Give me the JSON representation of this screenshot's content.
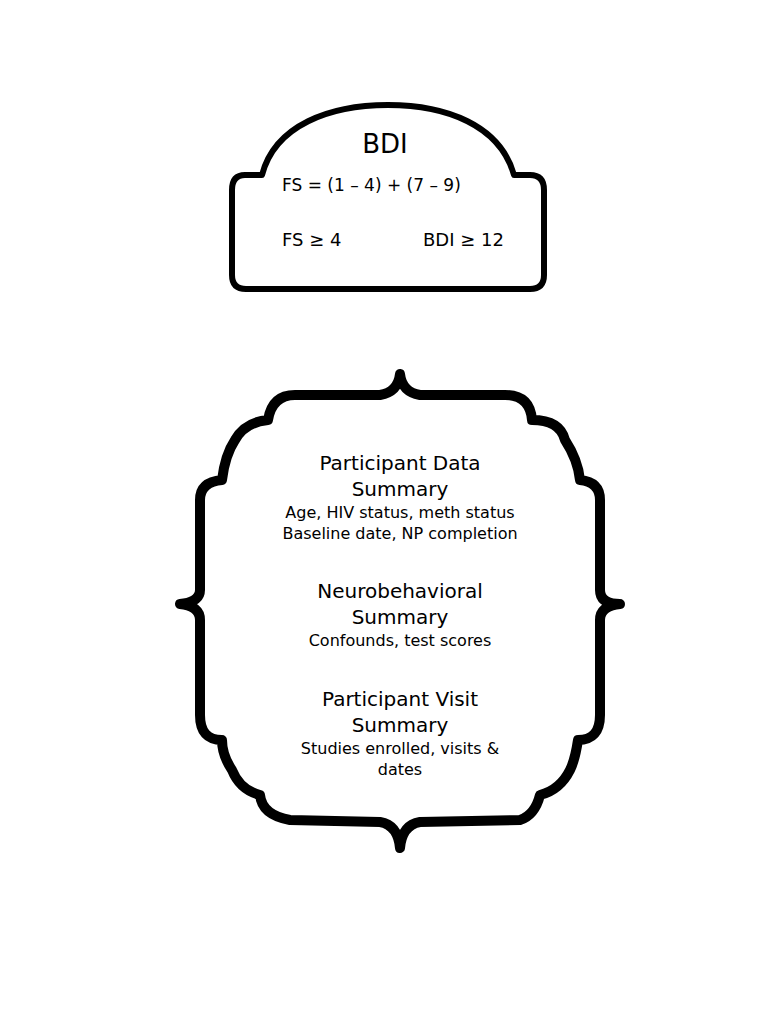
{
  "diagram": {
    "nodes": [
      {
        "text": [
          "BDI",
          "FS = (1 – 4) + (7 – 9)",
          "FS ≥ 4",
          "BDI ≥ 12"
        ]
      },
      {
        "text": [
          "Participant Data Summary",
          "Age, HIV status, meth status Baseline date, NP completion",
          "Neurobehavioral Summary",
          "Confounds, test scores",
          "Participant Visit Summary",
          "Studies enrolled, visits & dates"
        ]
      }
    ]
  }
}
